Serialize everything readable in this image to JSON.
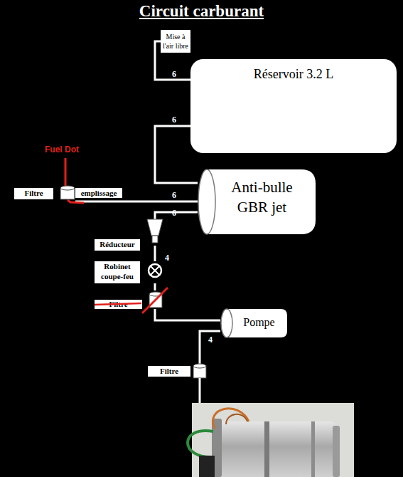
{
  "diagram": {
    "title": "Circuit carburant",
    "nodes": [
      {
        "text": [
          "Mise à l'air libre"
        ]
      },
      {
        "text": [
          "Réservoir 3.2 L"
        ]
      },
      {
        "text": [
          "Filtre"
        ]
      },
      {
        "text": [
          "emplissage"
        ]
      },
      {
        "text": [
          "Anti-bulle GBR jet"
        ]
      },
      {
        "text": [
          "Réducteur"
        ]
      },
      {
        "text": [
          "Robinet coupe-feu"
        ]
      },
      {
        "text": [
          "Filtre"
        ]
      },
      {
        "text": [
          "Pompe"
        ]
      },
      {
        "text": [
          "Filtre"
        ]
      }
    ],
    "edges": [
      {
        "from": 0,
        "to": 1,
        "arrow": "none"
      },
      {
        "from": 1,
        "to": 4,
        "arrow": "none"
      },
      {
        "from": 2,
        "to": 4,
        "arrow": "none"
      },
      {
        "from": 4,
        "to": 5,
        "arrow": "none"
      },
      {
        "from": 5,
        "to": 6,
        "arrow": "none"
      },
      {
        "from": 6,
        "to": 7,
        "arrow": "none"
      },
      {
        "from": 7,
        "to": 8,
        "arrow": "none"
      },
      {
        "from": 8,
        "to": 9,
        "arrow": "none"
      }
    ],
    "labels": [
      "Fuel Dot",
      "6",
      "6",
      "6",
      "6",
      "4",
      "4"
    ]
  }
}
